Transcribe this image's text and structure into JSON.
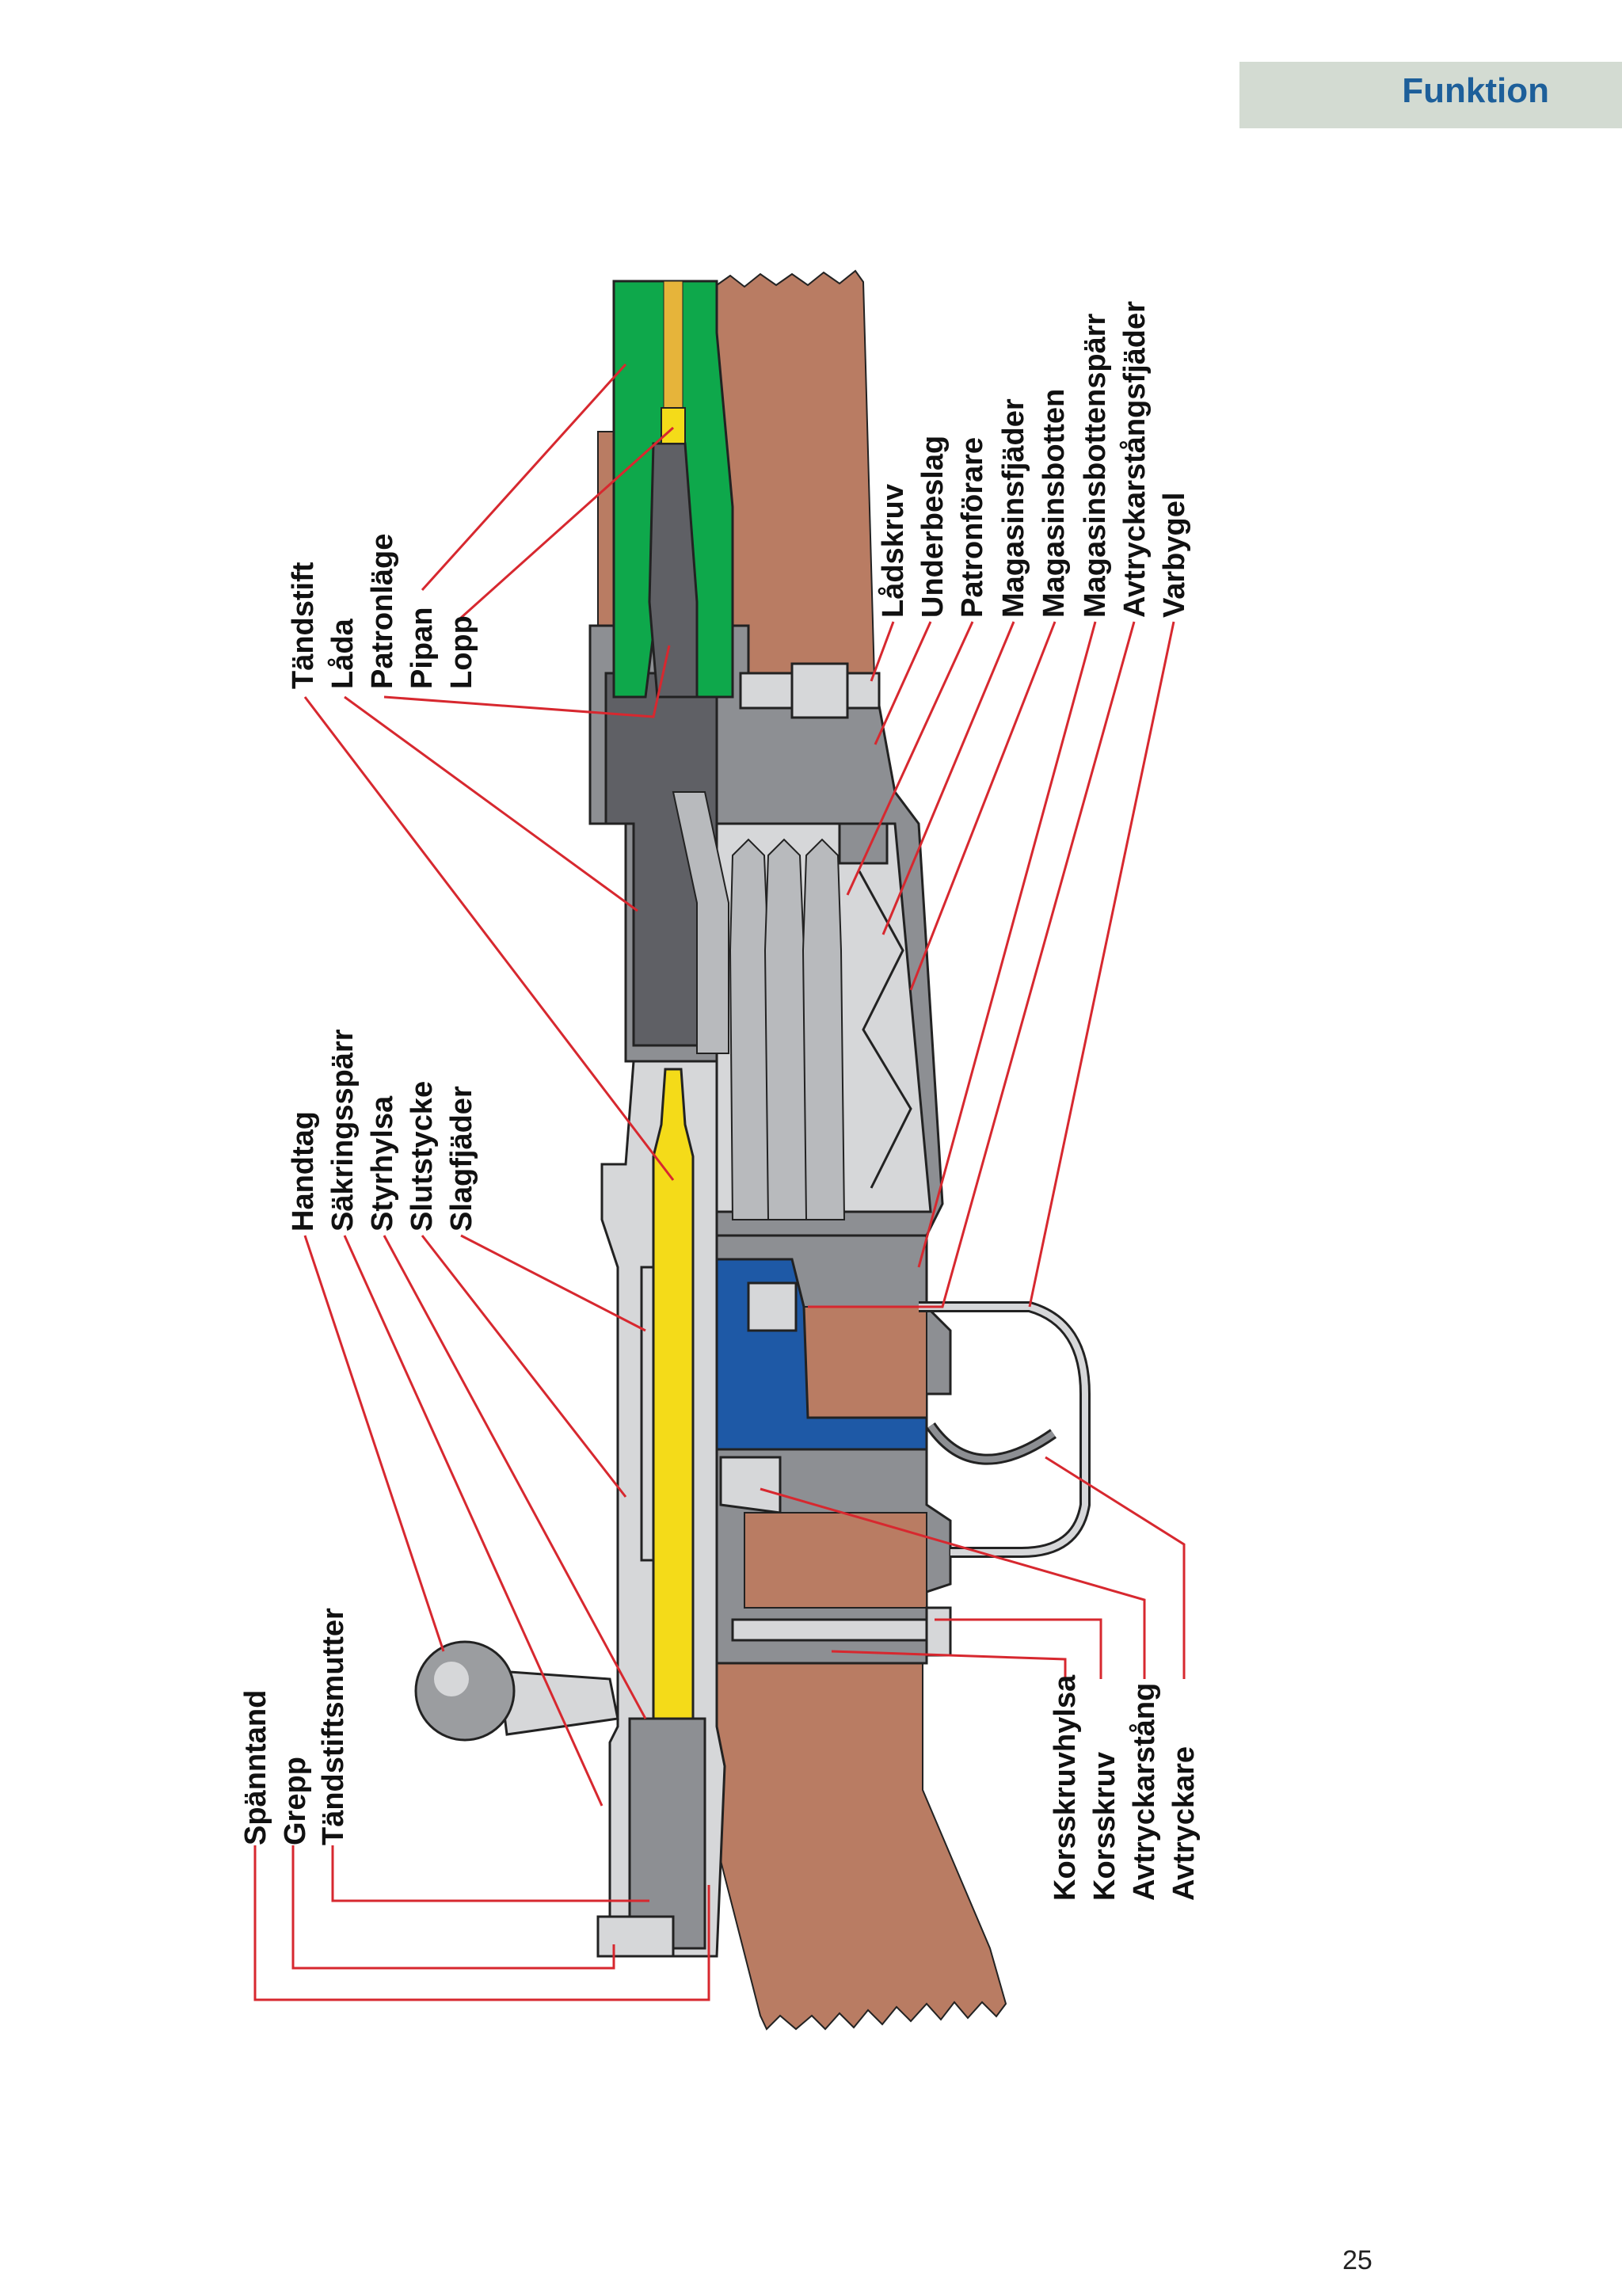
{
  "header": {
    "section_title": "Funktion"
  },
  "page_number": "25",
  "colors": {
    "header_tab": "#d3dbd2",
    "header_text": "#1d5f9a",
    "leader_lines": "#d7282f",
    "wood": "#b97c63",
    "barrel": "#0ea84b",
    "firing_pin": "#f4db19",
    "trigger_housing": "#1e59a6"
  },
  "labels": {
    "top_left": [
      "Tändstift",
      "Låda",
      "Patronläge",
      "Pipan",
      "Lopp"
    ],
    "mid_left": [
      "Handtag",
      "Säkringsspärr",
      "Styrhylsa",
      "Slutstycke",
      "Slagfjäder"
    ],
    "bottom_left": [
      "Spänntand",
      "Grepp",
      "Tändstiftsmutter"
    ],
    "top_right": [
      "Lådskruv",
      "Underbeslag",
      "Patronförare",
      "Magasinsfjäder",
      "Magasinsbotten",
      "Magasinsbottenspärr",
      "Avtryckarstångsfjäder",
      "Varbygel"
    ],
    "bottom_right": [
      "Korsskruvhylsa",
      "Korsskruv",
      "Avtryckarstång",
      "Avtryckare"
    ]
  }
}
